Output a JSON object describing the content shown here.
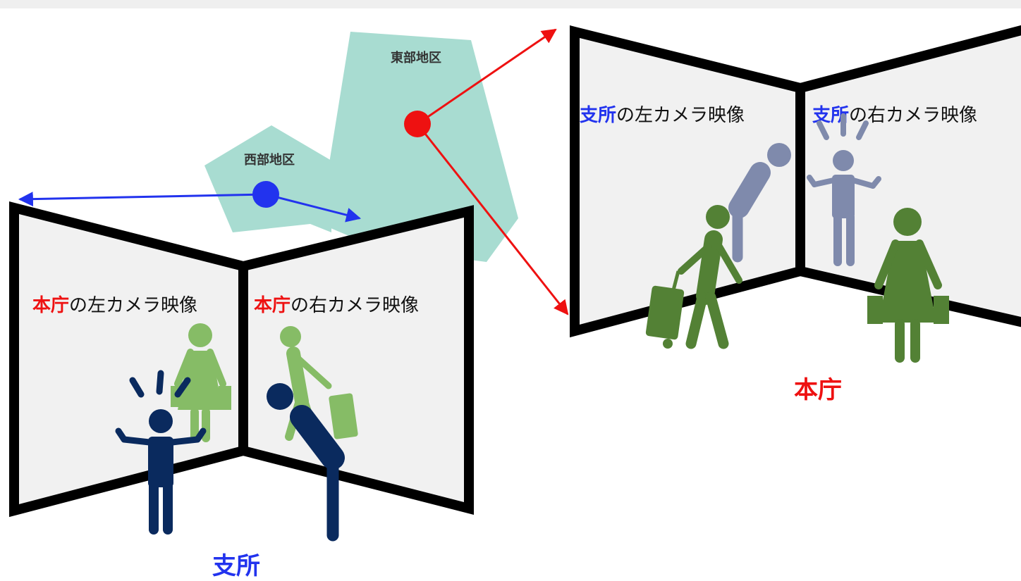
{
  "map": {
    "west_label": "西部地区",
    "east_label": "東部地区"
  },
  "branch": {
    "site_label": "支所",
    "left_screen": {
      "highlight": "本庁",
      "text": "の左カメラ映像"
    },
    "right_screen": {
      "highlight": "本庁",
      "text": "の右カメラ映像"
    }
  },
  "hq": {
    "site_label": "本庁",
    "left_screen": {
      "highlight": "支所",
      "text": "の左カメラ映像"
    },
    "right_screen": {
      "highlight": "支所",
      "text": "の右カメラ映像"
    }
  },
  "colors": {
    "map_fill": "#a8dcd1",
    "red": "#ee1111",
    "blue": "#2233ee",
    "screen_fill": "#f1f1f1",
    "frame": "#000000",
    "navy_person": "#0a2a5e",
    "green_person": "#538135",
    "light_green_person": "#86bc66",
    "grey_blue_person": "#7f8aac"
  },
  "icons": [
    "map-west-region",
    "map-east-region",
    "red-node-icon",
    "blue-node-icon",
    "person-icon",
    "suitcase-icon",
    "shopping-bag-icon",
    "surprise-marks-icon"
  ]
}
